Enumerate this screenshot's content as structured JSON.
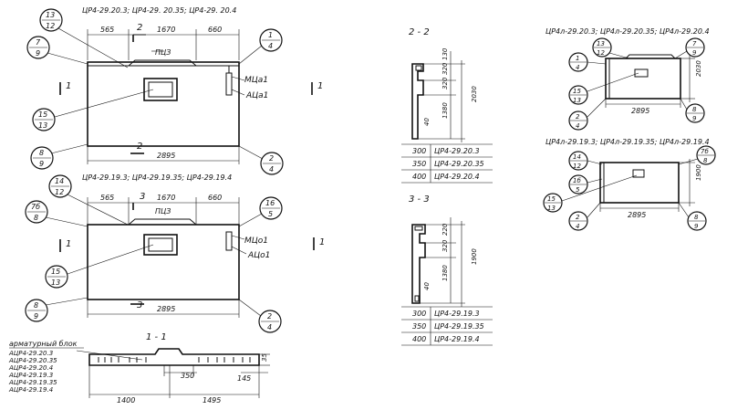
{
  "drawing": {
    "top_title": "ЦР4-29.20.3;  ЦР4-29. 20.35;  ЦР4-29. 20.4",
    "mid_title": "ЦР4-29.19.3;  ЦР4-29.19.35;  ЦР4-29.19.4",
    "right_top_title": "ЦР4л-29.20.3; ЦР4л-29.20.35; ЦР4л-29.20.4",
    "right_mid_title": "ЦР4л-29.19.3; ЦР4л-29.19.35; ЦР4л-29.19.4",
    "dims": {
      "d565": "565",
      "d1670": "1670",
      "d660": "660",
      "d2895": "2895",
      "d1400": "1400",
      "d1495": "1495",
      "d350": "350",
      "d145": "145",
      "d35": "35",
      "d130": "130",
      "d320": "320",
      "d2030": "2030",
      "d1380": "1380",
      "d40": "40",
      "d220": "220",
      "d1900": "1900"
    },
    "labels": {
      "pc3": "ПЦЗ",
      "mca1": "МЦа1",
      "aca1": "АЦа1",
      "mc01": "МЦо1",
      "ac01": "АЦо1"
    },
    "sections": {
      "s22": "2 - 2",
      "s33": "3 - 3",
      "s11": "1 - 1",
      "n1": "1",
      "n2": "2",
      "n3": "3"
    },
    "callouts": {
      "c13_12": [
        "13",
        "12"
      ],
      "c7_9": [
        "7",
        "9"
      ],
      "c1_4": [
        "1",
        "4"
      ],
      "c15_13": [
        "15",
        "13"
      ],
      "c8_9": [
        "8",
        "9"
      ],
      "c2_4": [
        "2",
        "4"
      ],
      "c14_12": [
        "14",
        "12"
      ],
      "c78_8": [
        "7б",
        "8"
      ],
      "c16_5": [
        "16",
        "5"
      ],
      "c16_5b": [
        "1б",
        "5"
      ]
    },
    "table_2_2": [
      {
        "h": "300",
        "name": "ЦР4-29.20.3"
      },
      {
        "h": "350",
        "name": "ЦР4-29.20.35"
      },
      {
        "h": "400",
        "name": "ЦР4-29.20.4"
      }
    ],
    "table_3_3": [
      {
        "h": "300",
        "name": "ЦР4-29.19.3"
      },
      {
        "h": "350",
        "name": "ЦР4-29.19.35"
      },
      {
        "h": "400",
        "name": "ЦР4-29.19.4"
      }
    ],
    "armature": {
      "title": "арматурный  блок",
      "items": [
        "АЦР4-29.20.3",
        "АЦР4-29.20.35",
        "АЦР4-29.20.4",
        "АЦР4-29.19.3",
        "АЦР4-29.19.35",
        "АЦР4-29.19.4"
      ]
    }
  }
}
